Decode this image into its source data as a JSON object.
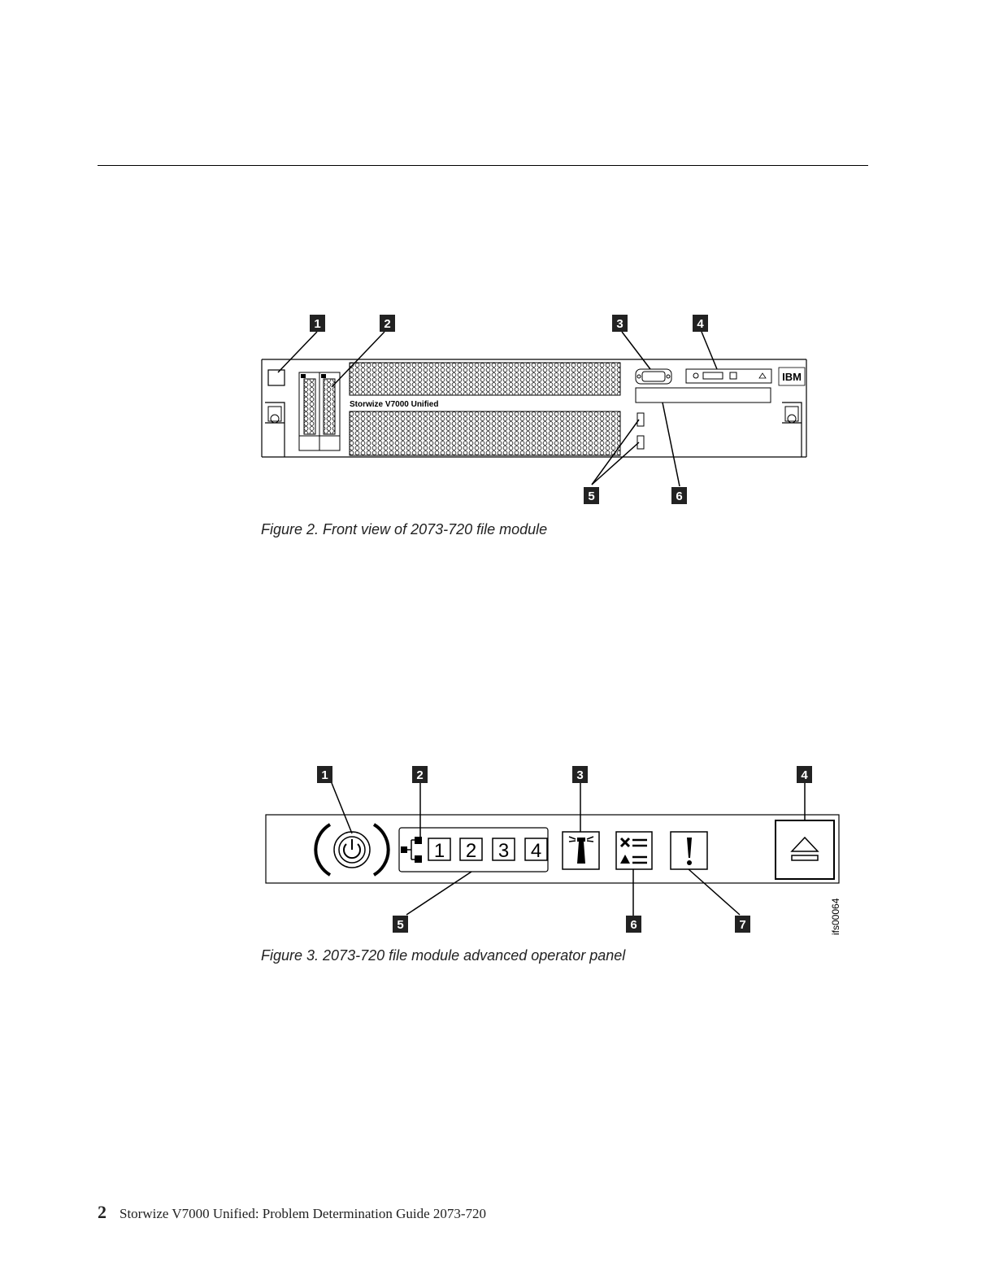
{
  "figure2": {
    "caption": "Figure 2. Front view of 2073-720 file module",
    "callouts": [
      "1",
      "2",
      "3",
      "4",
      "5",
      "6"
    ],
    "bezel_label": "Storwize V7000 Unified",
    "logo_text": "IBM"
  },
  "figure3": {
    "caption": "Figure 3. 2073-720 file module advanced operator panel",
    "callouts": [
      "1",
      "2",
      "3",
      "4",
      "5",
      "6",
      "7"
    ],
    "ethernet_ports": [
      "1",
      "2",
      "3",
      "4"
    ],
    "image_id": "ifs00064"
  },
  "footer": {
    "page_number": "2",
    "title": "Storwize V7000 Unified:  Problem Determination Guide 2073-720"
  }
}
